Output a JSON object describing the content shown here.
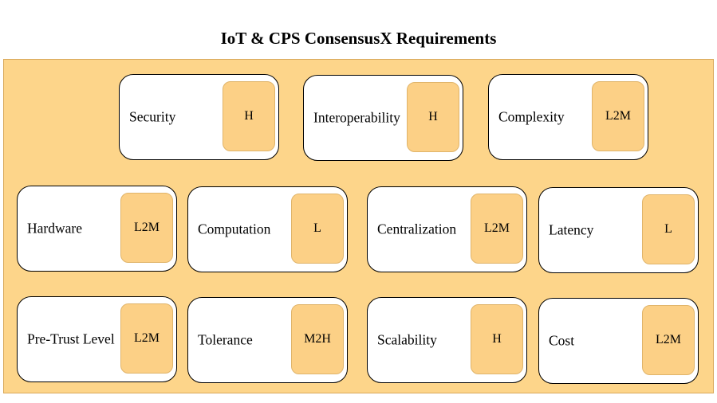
{
  "title": "IoT & CPS ConsensusX Requirements",
  "accent_color": "#fdd58a",
  "requirements": [
    {
      "label": "Security",
      "level": "H"
    },
    {
      "label": "Interoperability",
      "level": "H"
    },
    {
      "label": "Complexity",
      "level": "L2M"
    },
    {
      "label": "Hardware",
      "level": "L2M"
    },
    {
      "label": "Computation",
      "level": "L"
    },
    {
      "label": "Centralization",
      "level": "L2M"
    },
    {
      "label": "Latency",
      "level": "L"
    },
    {
      "label": "Pre-Trust Level",
      "level": "L2M"
    },
    {
      "label": "Tolerance",
      "level": "M2H"
    },
    {
      "label": "Scalability",
      "level": "H"
    },
    {
      "label": "Cost",
      "level": "L2M"
    }
  ]
}
